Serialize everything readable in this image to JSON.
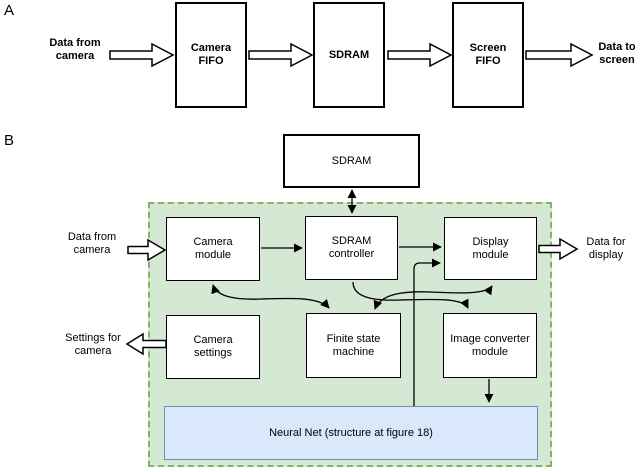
{
  "panel_a": {
    "label": "A",
    "input_label": "Data from\ncamera",
    "boxes": {
      "camera_fifo": "Camera\nFIFO",
      "sdram": "SDRAM",
      "screen_fifo": "Screen\nFIFO"
    },
    "output_label": "Data to\nscreen"
  },
  "panel_b": {
    "label": "B",
    "sdram_top": "SDRAM",
    "input_label": "Data from\ncamera",
    "output_label": "Data for\ndisplay",
    "settings_label": "Settings for\ncamera",
    "boxes": {
      "camera_module": "Camera\nmodule",
      "sdram_controller": "SDRAM\ncontroller",
      "display_module": "Display\nmodule",
      "camera_settings": "Camera\nsettings",
      "finite_state_machine": "Finite state\nmachine",
      "image_converter": "Image converter\nmodule",
      "neural_net": "Neural Net (structure at figure 18)"
    },
    "colors": {
      "region_fill": "#d5e8d4",
      "region_stroke": "#82b366",
      "neural_fill": "#dae8fc",
      "neural_stroke": "#6c8ebf",
      "line": "#000000"
    }
  }
}
